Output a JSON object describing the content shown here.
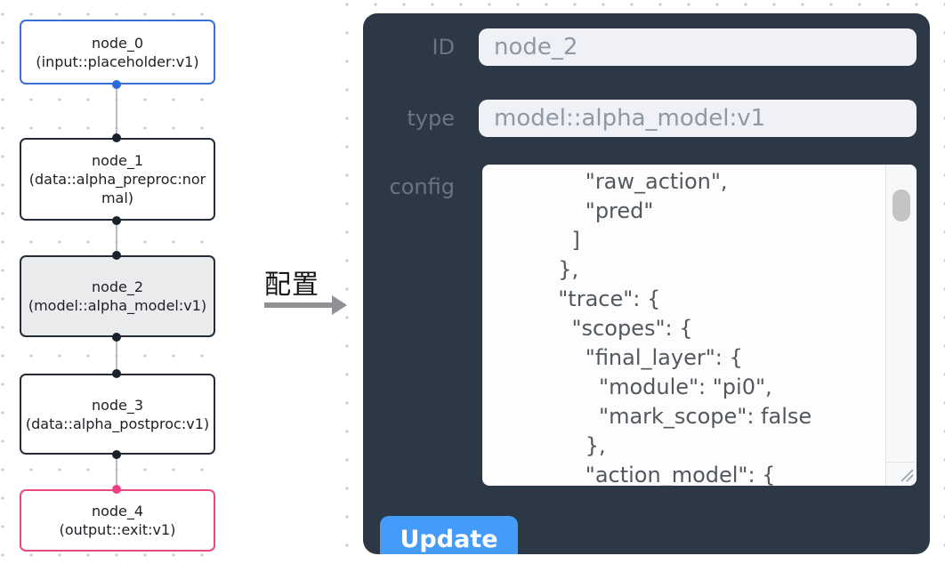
{
  "graph": {
    "nodes": [
      {
        "title": "node_0",
        "subtitle": "(input::placeholder:v1)",
        "border_color": "#3a6fd8",
        "handle_color": "#2a6bda",
        "selected": false
      },
      {
        "title": "node_1",
        "subtitle": "(data::alpha_preproc:normal)",
        "border_color": "#262c37",
        "handle_color": "#1b212b",
        "selected": false
      },
      {
        "title": "node_2",
        "subtitle": "(model::alpha_model:v1)",
        "border_color": "#262c37",
        "handle_color": "#1b212b",
        "selected": true
      },
      {
        "title": "node_3",
        "subtitle": "(data::alpha_postproc:v1)",
        "border_color": "#262c37",
        "handle_color": "#1b212b",
        "selected": false
      },
      {
        "title": "node_4",
        "subtitle": "(output::exit:v1)",
        "border_color": "#e84a80",
        "handle_color": "#ee3f87",
        "selected": false
      }
    ]
  },
  "transition": {
    "label": "配置",
    "arrow_color": "#8f9194"
  },
  "panel": {
    "bg_color": "#2d3846",
    "fields": {
      "id": {
        "label": "ID",
        "value": "node_2"
      },
      "type": {
        "label": "type",
        "value": "model::alpha_model:v1"
      },
      "config": {
        "label": "config",
        "value": "      \"raw_action\",\n      \"pred\"\n    ]\n  },\n  \"trace\": {\n    \"scopes\": {\n      \"final_layer\": {\n        \"module\": \"pi0\",\n        \"mark_scope\": false\n      },\n      \"action_model\": {"
      }
    },
    "update_button": {
      "label": "Update",
      "color": "#459bf8"
    }
  }
}
